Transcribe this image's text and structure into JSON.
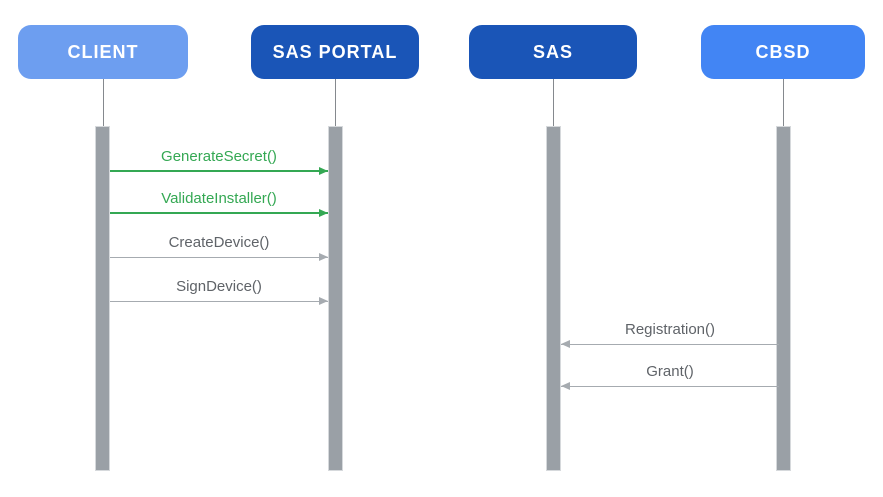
{
  "diagram": {
    "type": "sequence-diagram",
    "background": "#FFFFFF",
    "lifeline_color": "#9AA0A6",
    "actors": [
      {
        "label": "CLIENT",
        "fill": "#6D9EF0",
        "text_color": "#FFFFFF"
      },
      {
        "label": "SAS PORTAL",
        "fill": "#1A55B7",
        "text_color": "#FFFFFF"
      },
      {
        "label": "SAS",
        "fill": "#1A55B7",
        "text_color": "#FFFFFF"
      },
      {
        "label": "CBSD",
        "fill": "#4285F4",
        "text_color": "#FFFFFF"
      }
    ],
    "messages": [
      {
        "label": "GenerateSecret()",
        "from": "CLIENT",
        "to": "SAS PORTAL",
        "direction": "right",
        "label_color": "#34A853",
        "line_color": "#34A853"
      },
      {
        "label": "ValidateInstaller()",
        "from": "CLIENT",
        "to": "SAS PORTAL",
        "direction": "right",
        "label_color": "#34A853",
        "line_color": "#34A853"
      },
      {
        "label": "CreateDevice()",
        "from": "CLIENT",
        "to": "SAS PORTAL",
        "direction": "right",
        "label_color": "#5F6368",
        "line_color": "#A6ABB0"
      },
      {
        "label": "SignDevice()",
        "from": "CLIENT",
        "to": "SAS PORTAL",
        "direction": "right",
        "label_color": "#5F6368",
        "line_color": "#A6ABB0"
      },
      {
        "label": "Registration()",
        "from": "CBSD",
        "to": "SAS",
        "direction": "left",
        "label_color": "#5F6368",
        "line_color": "#A6ABB0"
      },
      {
        "label": "Grant()",
        "from": "CBSD",
        "to": "SAS",
        "direction": "left",
        "label_color": "#5F6368",
        "line_color": "#A6ABB0"
      }
    ]
  }
}
